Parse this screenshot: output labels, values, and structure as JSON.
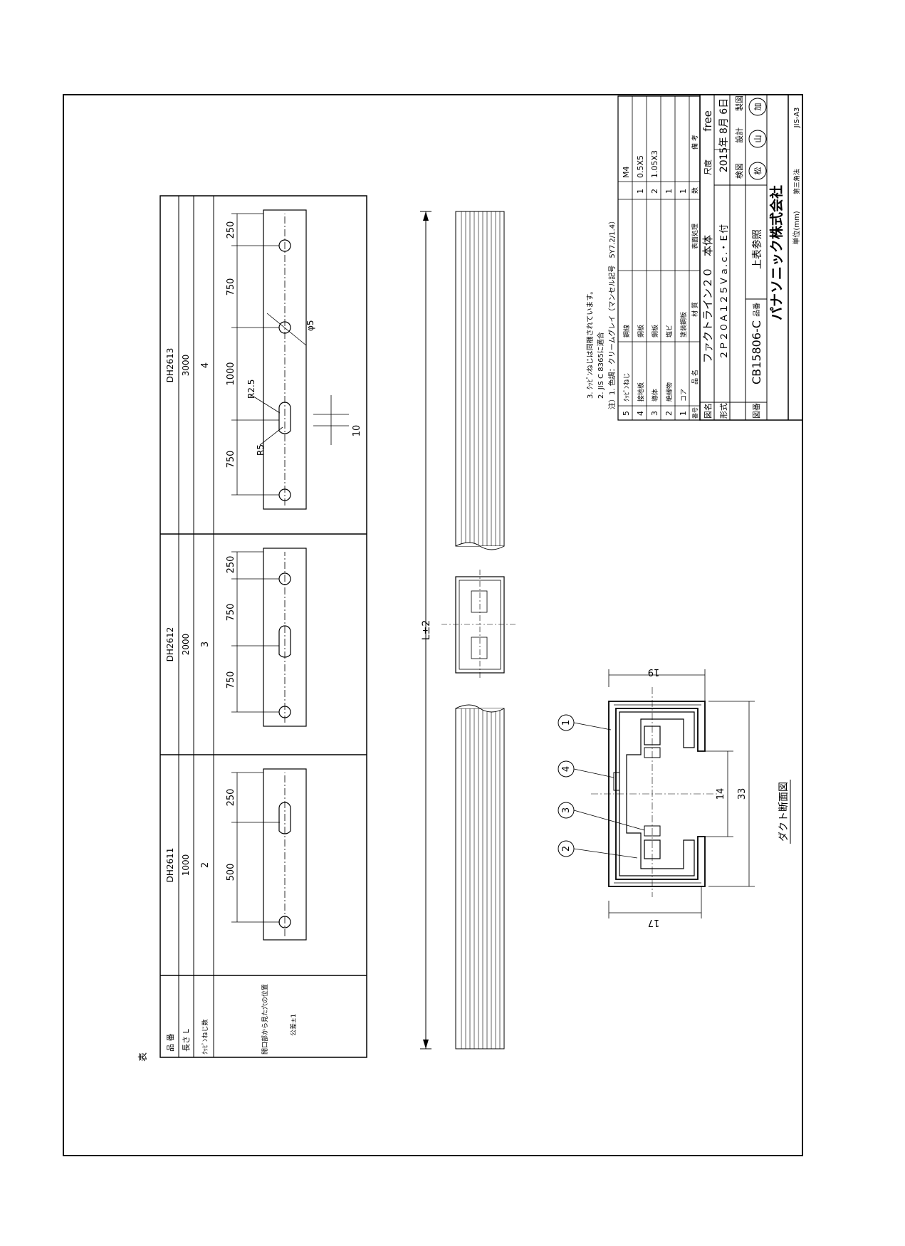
{
  "variant_table": {
    "title": "表",
    "row_labels": [
      "品 番",
      "長さ L",
      "ｸｯﾋﾟﾝねじ数",
      "開口部から見た穴の位置",
      "公差±1"
    ],
    "columns": [
      {
        "part": "DH2611",
        "length": "1000",
        "screws": "2",
        "dims": [
          "500",
          "250"
        ]
      },
      {
        "part": "DH2612",
        "length": "2000",
        "screws": "3",
        "dims": [
          "750",
          "750",
          "250"
        ]
      },
      {
        "part": "DH2613",
        "length": "3000",
        "screws": "4",
        "dims": [
          "750",
          "1000",
          "750",
          "250"
        ],
        "notes": {
          "r_large": "R5",
          "r_small": "R2.5",
          "hole": "φ5",
          "pitch": "10"
        }
      }
    ]
  },
  "duct_length_label": "L±2",
  "section": {
    "title": "ダクト断面図",
    "dim_width_top": "19",
    "dim_width_bottom": "17",
    "dim_height": "33",
    "dim_inner": "14",
    "balloons": [
      "1",
      "2",
      "3",
      "4"
    ]
  },
  "notes": [
    "注）1. 色調：クリームグレイ（マンセル記号　5Y7.2/1.4）",
    "2. JIS C 8365に適合",
    "3. ｸｯﾋﾟﾝねじは同梱されています。"
  ],
  "parts_table": {
    "headers": {
      "no": "番号",
      "name": "品 名",
      "material": "材 質",
      "finish": "表面処理",
      "qty": "数",
      "remark": "備 考"
    },
    "rows": [
      {
        "no": "5",
        "name": "ｸｯﾋﾟﾝねじ",
        "material": "鋼線",
        "finish": "",
        "qty": "",
        "remark": "M4"
      },
      {
        "no": "4",
        "name": "接地板",
        "material": "銅板",
        "finish": "",
        "qty": "1",
        "remark": "0.5X5"
      },
      {
        "no": "3",
        "name": "導体",
        "material": "銅板",
        "finish": "",
        "qty": "2",
        "remark": "1.05X3"
      },
      {
        "no": "2",
        "name": "絶縁物",
        "material": "塩ビ",
        "finish": "",
        "qty": "1",
        "remark": ""
      },
      {
        "no": "1",
        "name": "コア",
        "material": "塗装鋼板",
        "finish": "",
        "qty": "1",
        "remark": ""
      }
    ]
  },
  "title_block": {
    "name_label": "図名",
    "name": "ファクトライン２０　本体",
    "model_label": "形式",
    "model": "２Ｐ２０Ａ１２５Ｖａ.ｃ.・Ｅ付",
    "drawing_no_label": "図番",
    "drawing_no": "CB15806-C",
    "product_no_label": "品番",
    "product_no": "上表参照",
    "scale_label": "尺度",
    "scale": "free",
    "date": "2015年 8月 6日",
    "roles": [
      "検図",
      "設計",
      "製図"
    ],
    "stamps": [
      "松",
      "山",
      "加"
    ],
    "company": "パナソニック株式会社",
    "unit": "単位(mm)",
    "projection": "第三角法",
    "sheet": "JIS-A3"
  }
}
